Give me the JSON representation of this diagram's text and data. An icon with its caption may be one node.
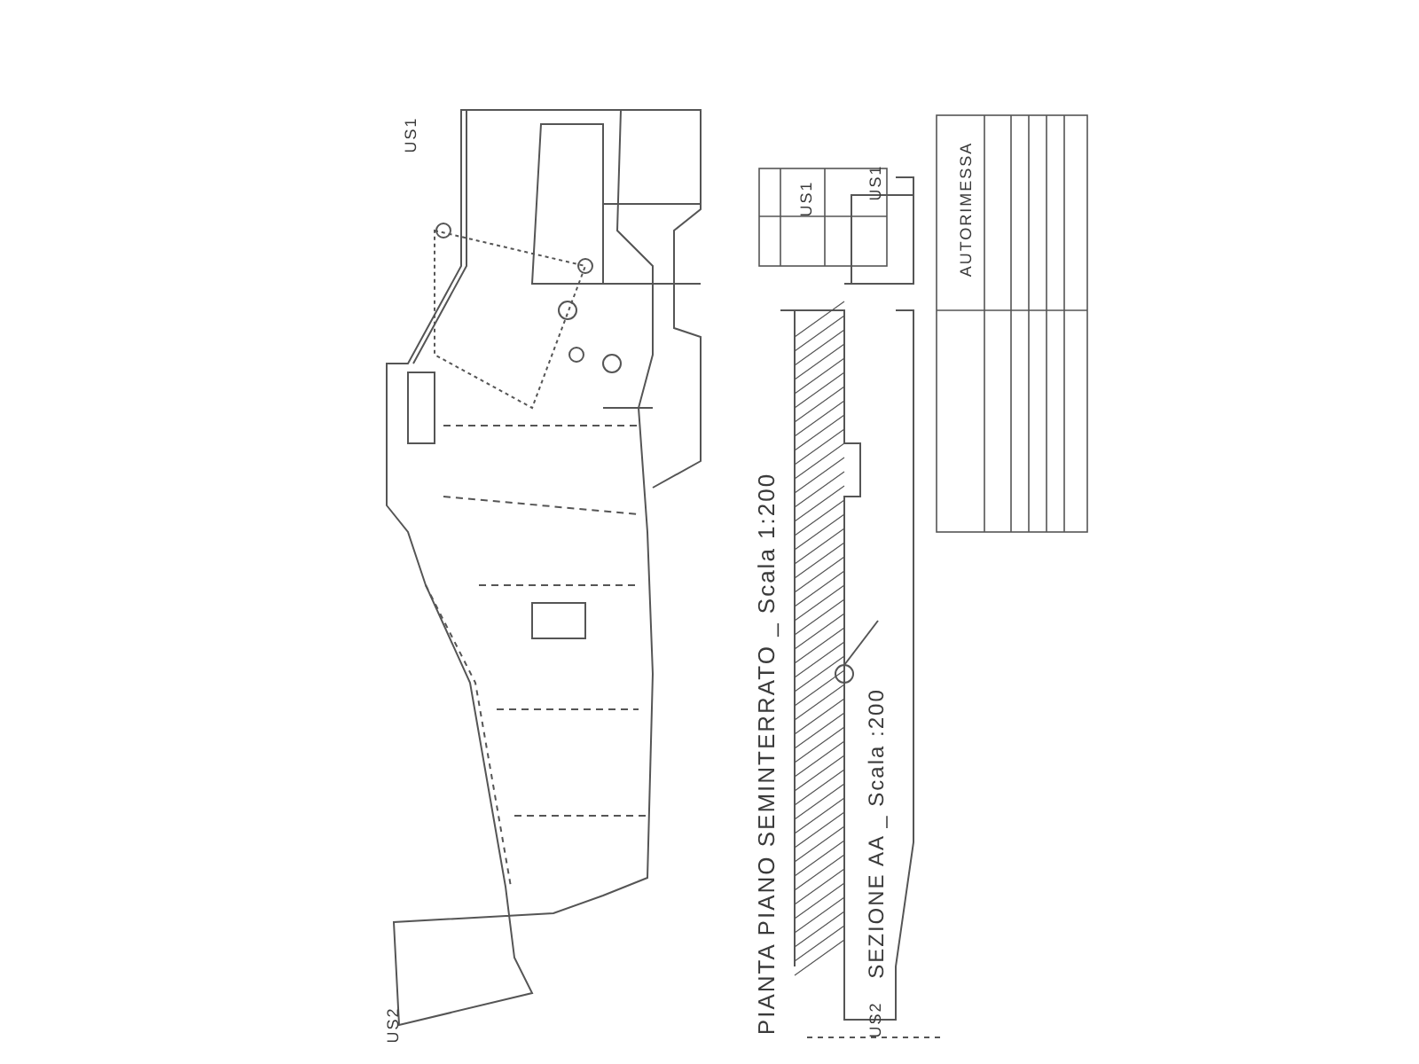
{
  "diagram": {
    "labels": [
      "AUTORIMESSA",
      "PIANTA PIANO SEMINTERRATO _ Scala 1:200",
      "SEZIONE AA _ Scala :200",
      "US1",
      "US2",
      "US1",
      "US2",
      "US1"
    ]
  }
}
